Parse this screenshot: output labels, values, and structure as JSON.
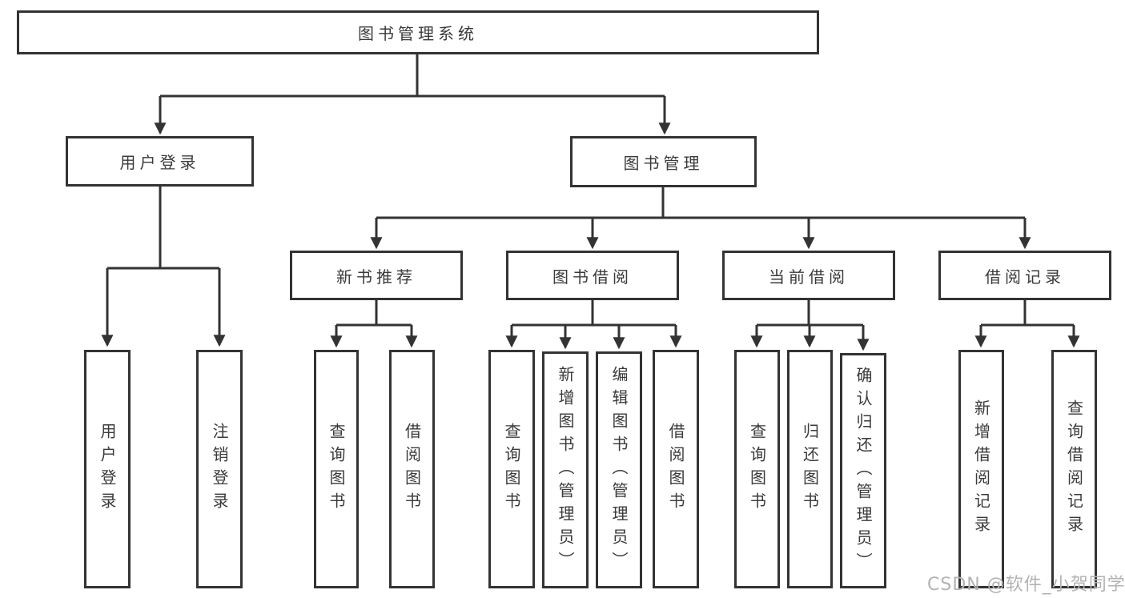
{
  "tree": {
    "root": {
      "label": "图书管理系统",
      "children": [
        {
          "label": "用户登录",
          "children": [
            {
              "label": "用户登录"
            },
            {
              "label": "注销登录"
            }
          ]
        },
        {
          "label": "图书管理",
          "children": [
            {
              "label": "新书推荐",
              "children": [
                {
                  "label": "查询图书"
                },
                {
                  "label": "借阅图书"
                }
              ]
            },
            {
              "label": "图书借阅",
              "children": [
                {
                  "label": "查询图书"
                },
                {
                  "label": "新增图书（管理员）"
                },
                {
                  "label": "编辑图书（管理员）"
                },
                {
                  "label": "借阅图书"
                }
              ]
            },
            {
              "label": "当前借阅",
              "children": [
                {
                  "label": "查询图书"
                },
                {
                  "label": "归还图书"
                },
                {
                  "label": "确认归还（管理员）"
                }
              ]
            },
            {
              "label": "借阅记录",
              "children": [
                {
                  "label": "新增借阅记录"
                },
                {
                  "label": "查询借阅记录"
                }
              ]
            }
          ]
        }
      ]
    }
  },
  "watermark": {
    "text": "CSDN @软件_小贺同学"
  },
  "colors": {
    "line": "#333333",
    "border": "#333333",
    "text": "#3a3a3a",
    "watermark": "#b3b3b3",
    "background": "#ffffff"
  }
}
